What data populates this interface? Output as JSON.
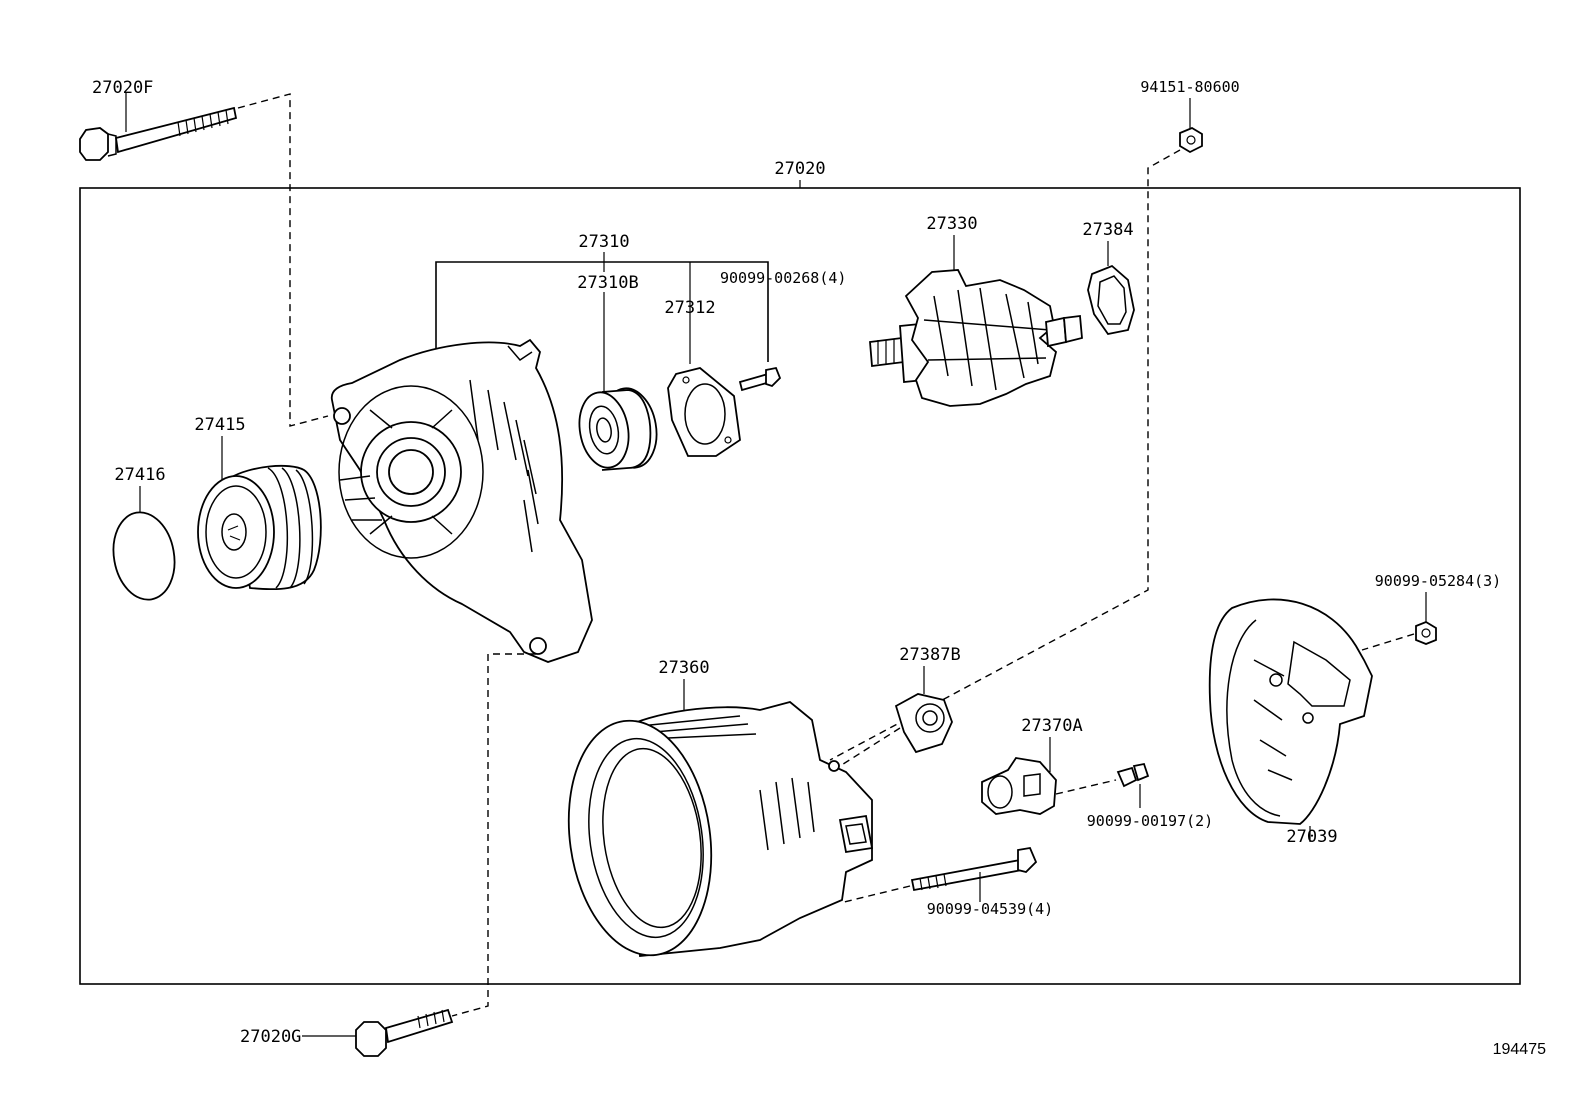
{
  "diagram": {
    "assembly_label": "27020",
    "figure_id": "194475",
    "parts": {
      "p27020F": "27020F",
      "p94151": "94151-80600",
      "p27310": "27310",
      "p27310B": "27310B",
      "p90099_00268": "90099-00268(4)",
      "p27312": "27312",
      "p27330": "27330",
      "p27384": "27384",
      "p27415": "27415",
      "p27416": "27416",
      "p27360": "27360",
      "p27387B": "27387B",
      "p27370A": "27370A",
      "p90099_05284": "90099-05284(3)",
      "p90099_00197": "90099-00197(2)",
      "p27039": "27039",
      "p90099_04539": "90099-04539(4)",
      "p27020G": "27020G"
    }
  }
}
